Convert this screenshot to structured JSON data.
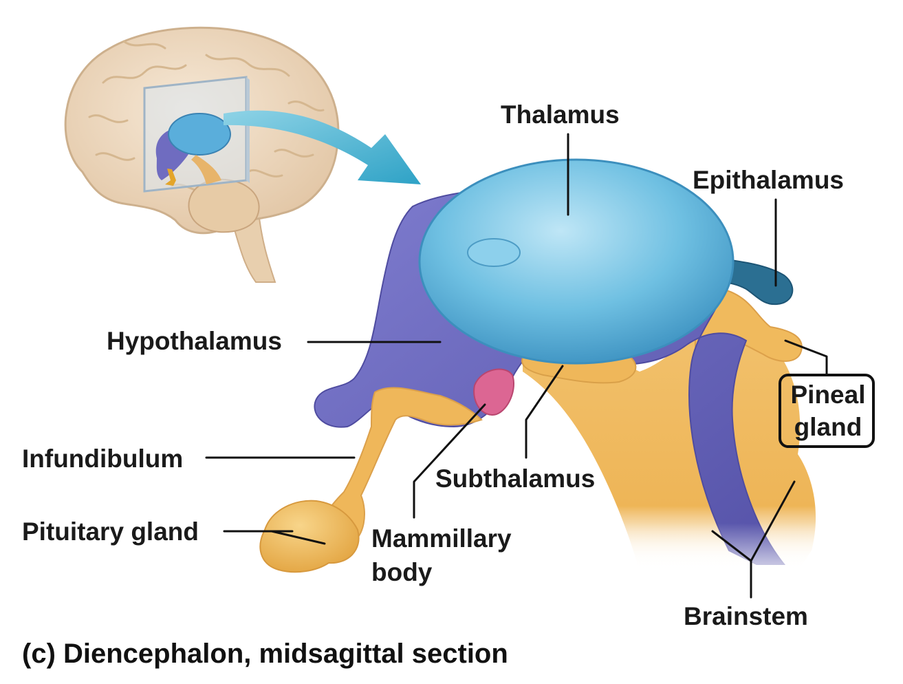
{
  "labels": {
    "thalamus": "Thalamus",
    "epithalamus": "Epithalamus",
    "hypothalamus": "Hypothalamus",
    "pineal_gland": [
      "Pineal",
      "gland"
    ],
    "infundibulum": "Infundibulum",
    "subthalamus": "Subthalamus",
    "pituitary_gland": "Pituitary gland",
    "mammillary_body": [
      "Mammillary",
      "body"
    ],
    "brainstem": "Brainstem"
  },
  "caption": "(c) Diencephalon, midsagittal section",
  "colors": {
    "thalamus": "#5fb4d9",
    "hypothalamus": "#6f6cc0",
    "epithalamus": "#2b6f92",
    "brainstem": "#efb75a",
    "mammillary_body": "#d9608f",
    "brain": "#efd9bf",
    "arrow": "#3fb0cf",
    "leader_line": "#111111"
  }
}
